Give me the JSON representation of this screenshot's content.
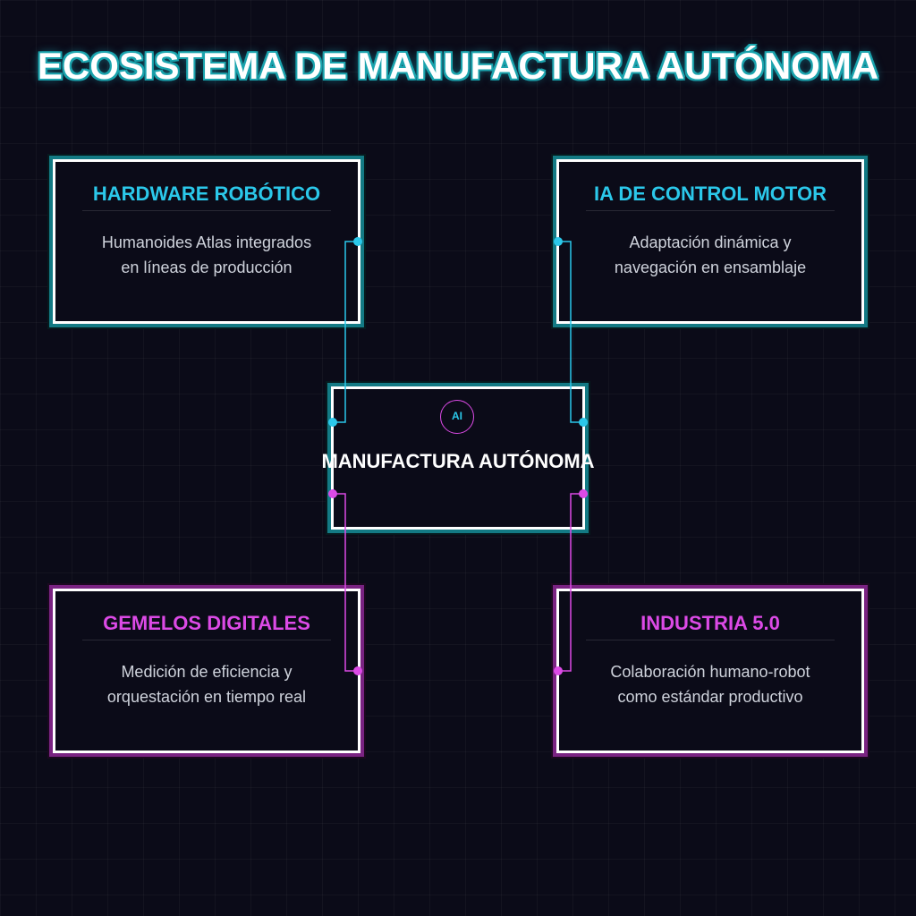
{
  "title": "ECOSISTEMA DE MANUFACTURA AUTÓNOMA",
  "colors": {
    "background": "#0b0b18",
    "cyan": "#2bc8ea",
    "magenta": "#dc4ae6",
    "text": "#cfd3dc"
  },
  "center": {
    "badge": "AI",
    "label": "MANUFACTURA AUTÓNOMA"
  },
  "cards": [
    {
      "title": "HARDWARE ROBÓTICO",
      "desc_line1": "Humanoides Atlas integrados",
      "desc_line2": "en líneas de producción",
      "accent": "cyan"
    },
    {
      "title": "IA DE CONTROL MOTOR",
      "desc_line1": "Adaptación dinámica y",
      "desc_line2": "navegación en ensamblaje",
      "accent": "cyan"
    },
    {
      "title": "GEMELOS DIGITALES",
      "desc_line1": "Medición de eficiencia y",
      "desc_line2": "orquestación en tiempo real",
      "accent": "magenta"
    },
    {
      "title": "INDUSTRIA 5.0",
      "desc_line1": "Colaboración humano-robot",
      "desc_line2": "como estándar productivo",
      "accent": "magenta"
    }
  ]
}
